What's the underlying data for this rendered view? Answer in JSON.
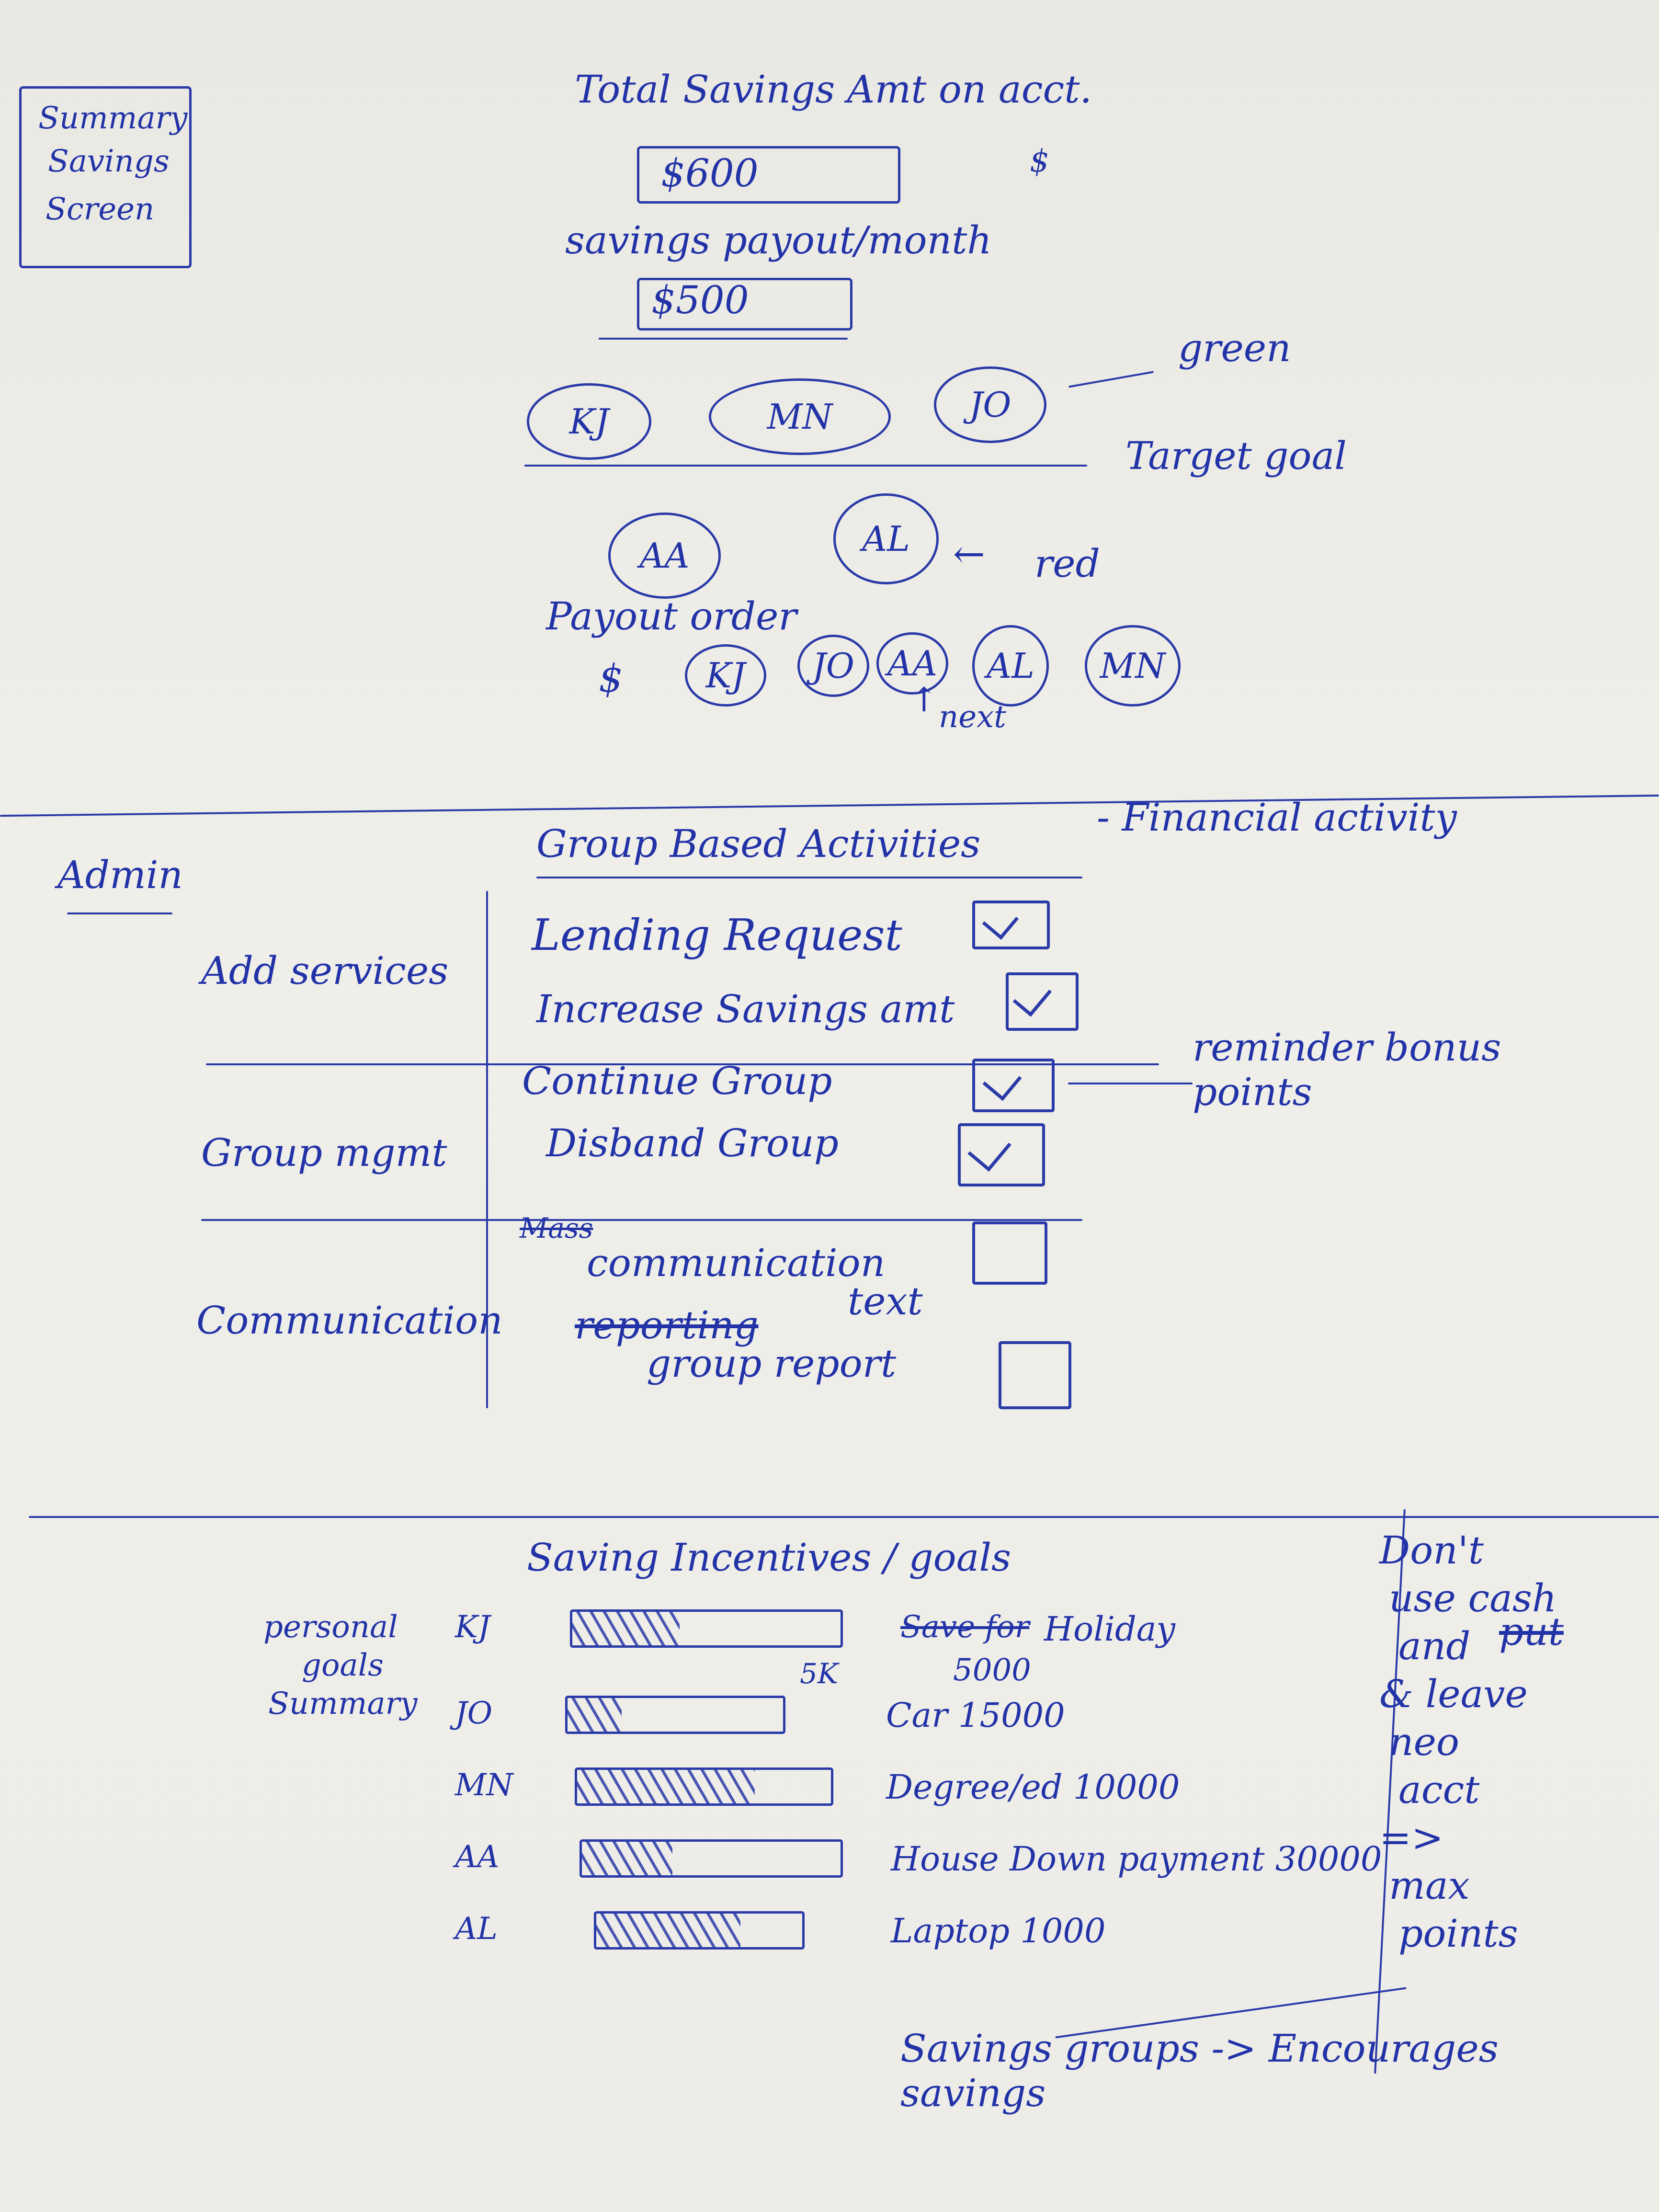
{
  "section1": {
    "label_box": [
      "Summary",
      "Savings",
      "Screen"
    ],
    "total_label": "Total Savings Amt on acct.",
    "total_value": "$600",
    "payout_label": "savings payout/month",
    "payout_value": "$500",
    "members_top": [
      "KJ",
      "MN",
      "JO"
    ],
    "green_note": "green",
    "target_note": "Target goal",
    "members_red": [
      "AA",
      "AL"
    ],
    "red_note": "red",
    "payout_order_label": "Payout order",
    "payout_order": [
      "KJ",
      "JO",
      "AA",
      "AL",
      "MN"
    ],
    "next_note": "next"
  },
  "section2": {
    "admin_label": "Admin",
    "title": "Group Based Activities",
    "title_suffix": "- Financial activity",
    "rows": [
      {
        "category": "Add services",
        "items": [
          {
            "label": "Lending Request",
            "checked": true
          },
          {
            "label": "Increase Savings amt",
            "checked": true
          }
        ]
      },
      {
        "category": "Group mgmt",
        "items": [
          {
            "label": "Continue Group",
            "checked": true
          },
          {
            "label": "Disband Group",
            "checked": true
          }
        ]
      },
      {
        "category": "Communication",
        "items": [
          {
            "label": "Mass",
            "checked": false
          },
          {
            "label": "communication",
            "checked": false
          },
          {
            "label": "reporting",
            "checked": false
          },
          {
            "label": "text",
            "checked": false
          },
          {
            "label": "group report",
            "checked": false
          }
        ]
      }
    ],
    "reminder_note": "reminder bonus points"
  },
  "section3": {
    "title": "Saving Incentives / goals",
    "side_label": [
      "personal",
      "goals",
      "Summary"
    ],
    "goals": [
      {
        "member": "KJ",
        "progress": 0.4,
        "goal": "Save for Holiday 5000",
        "struck": "Save for",
        "rest": "Holiday",
        "amount": "5000",
        "under": "5K"
      },
      {
        "member": "JO",
        "progress": 0.25,
        "goal": "Car 15000",
        "struck": "",
        "rest": "Car",
        "amount": "15000",
        "under": ""
      },
      {
        "member": "MN",
        "progress": 0.7,
        "goal": "Degree/ed 10000",
        "struck": "",
        "rest": "Degree/ed",
        "amount": "10000",
        "under": ""
      },
      {
        "member": "AA",
        "progress": 0.35,
        "goal": "House Down payment 30000",
        "struck": "",
        "rest": "House Down payment",
        "amount": "30000",
        "under": ""
      },
      {
        "member": "AL",
        "progress": 0.7,
        "goal": "Laptop 1000",
        "struck": "",
        "rest": "Laptop",
        "amount": "1000",
        "under": ""
      }
    ],
    "side_note": [
      "Don't",
      "use cash",
      "and",
      "& leave",
      "neo",
      "acct",
      "=>",
      "max",
      "points"
    ],
    "side_note_struck": "put",
    "bottom_note": "Savings groups -> Encourages savings"
  }
}
